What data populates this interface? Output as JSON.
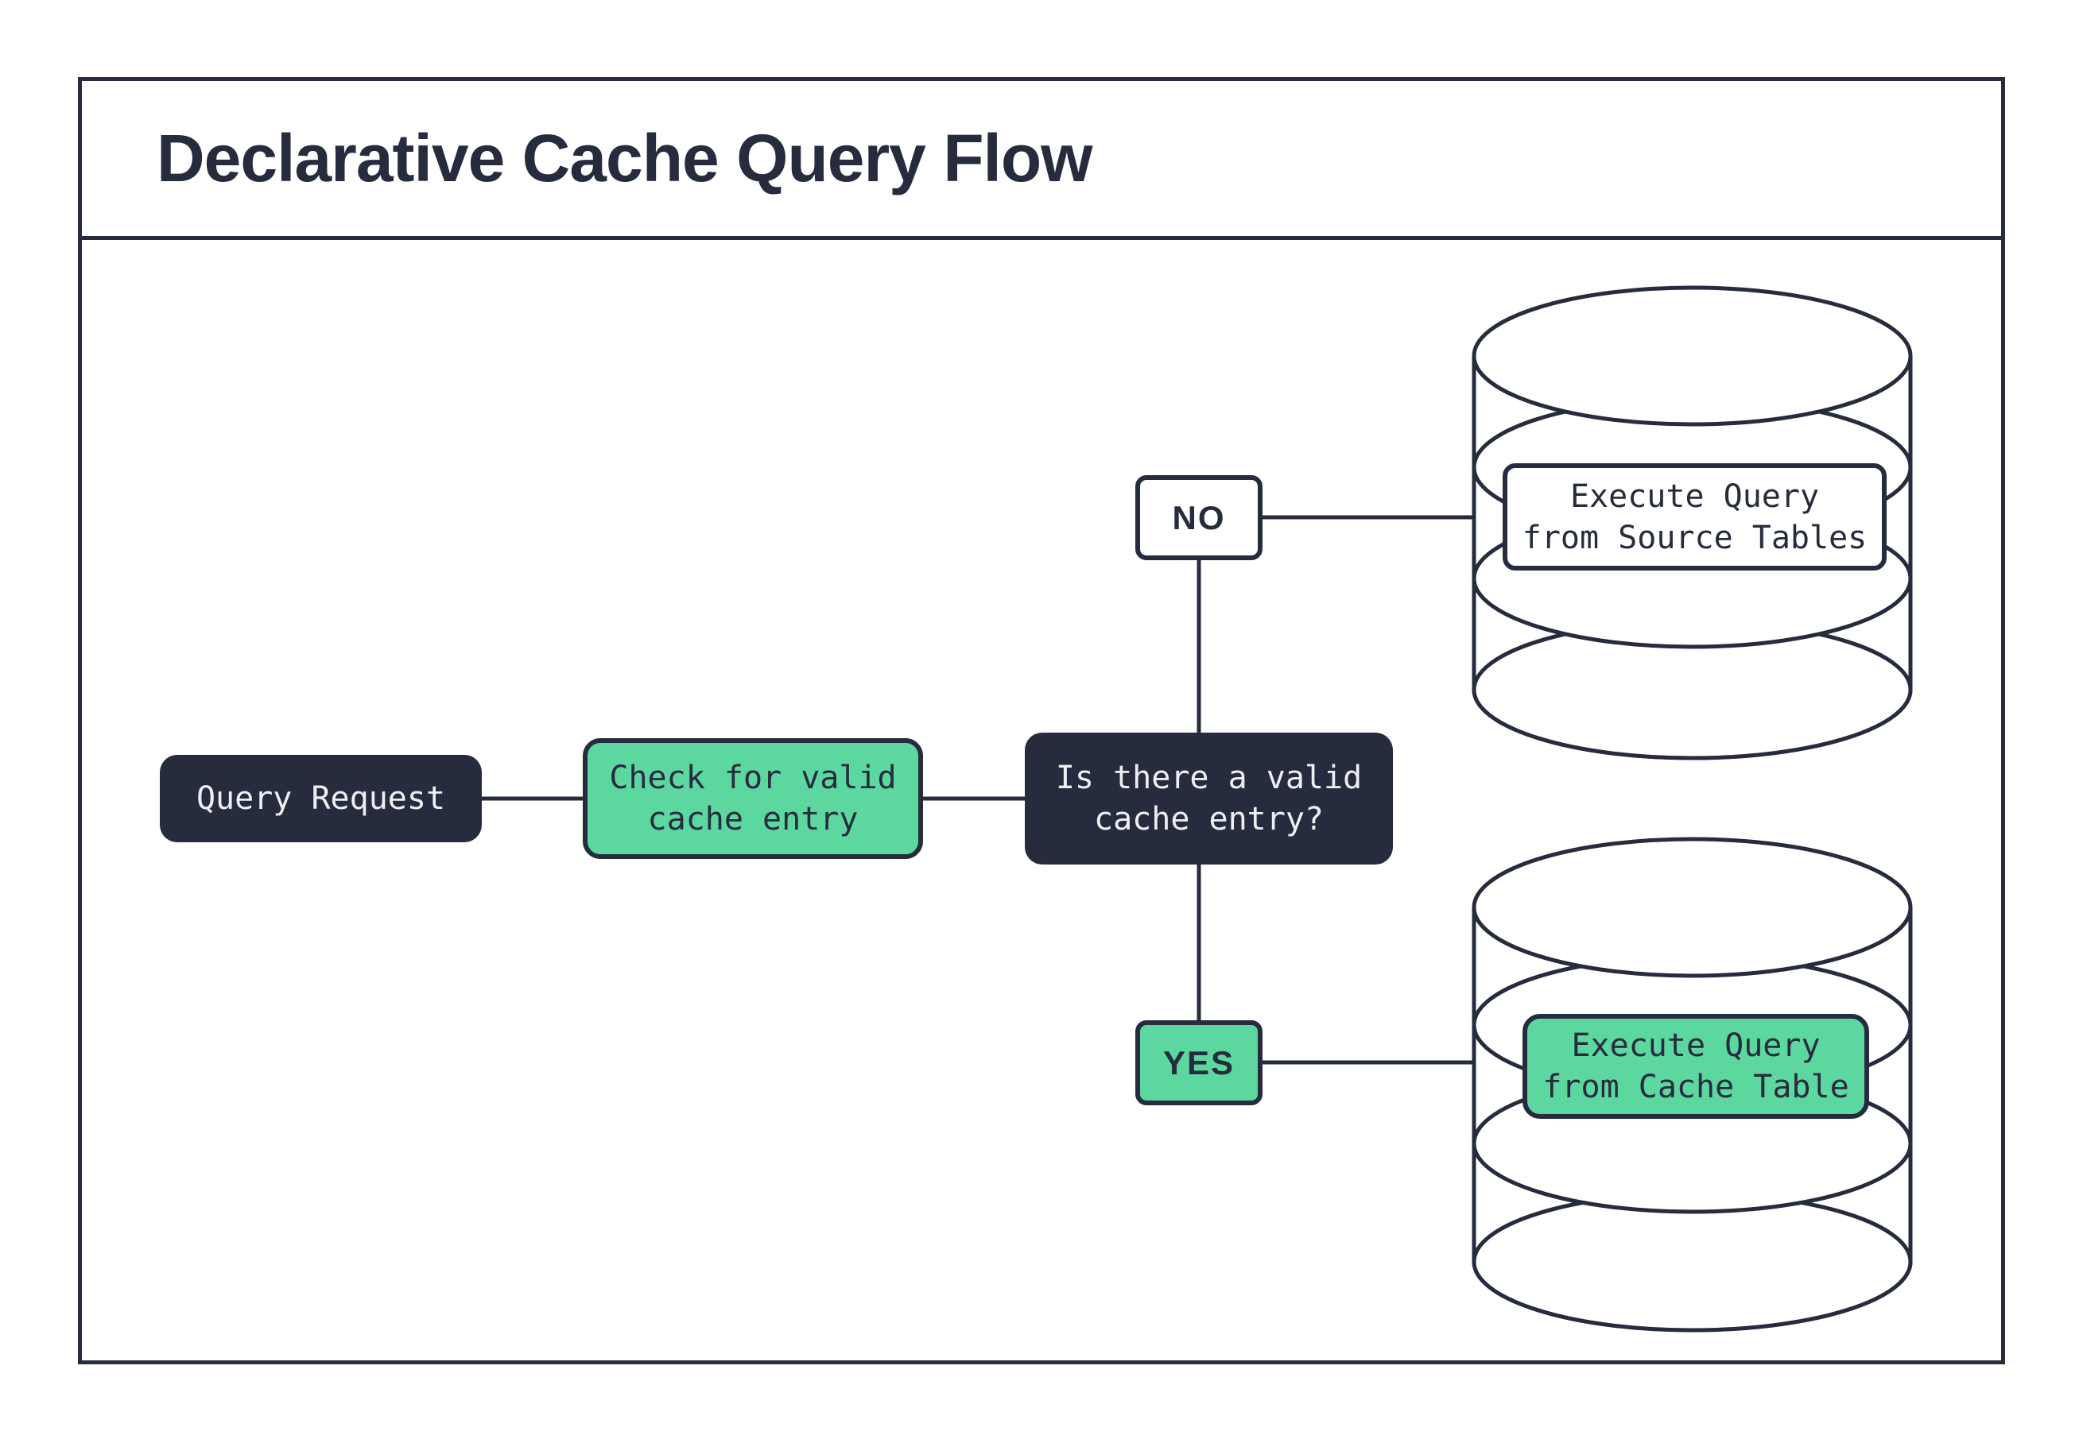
{
  "header": {
    "title": "Declarative Cache Query Flow"
  },
  "nodes": {
    "query_request": {
      "label": "Query Request"
    },
    "check_cache": {
      "line1": "Check for valid",
      "line2": "cache entry"
    },
    "decision": {
      "line1": "Is there a valid",
      "line2": "cache entry?"
    },
    "no_branch": {
      "label": "NO"
    },
    "yes_branch": {
      "label": "YES"
    },
    "source_db": {
      "shape": "database-cylinder",
      "line1": "Execute Query",
      "line2": "from Source Tables"
    },
    "cache_db": {
      "shape": "database-cylinder",
      "line1": "Execute Query",
      "line2": "from Cache Table"
    }
  },
  "colors": {
    "dark_navy": "#262c3d",
    "mint_green": "#5dd7a0",
    "node_text_light": "#edeff2",
    "background": "#ffffff"
  }
}
